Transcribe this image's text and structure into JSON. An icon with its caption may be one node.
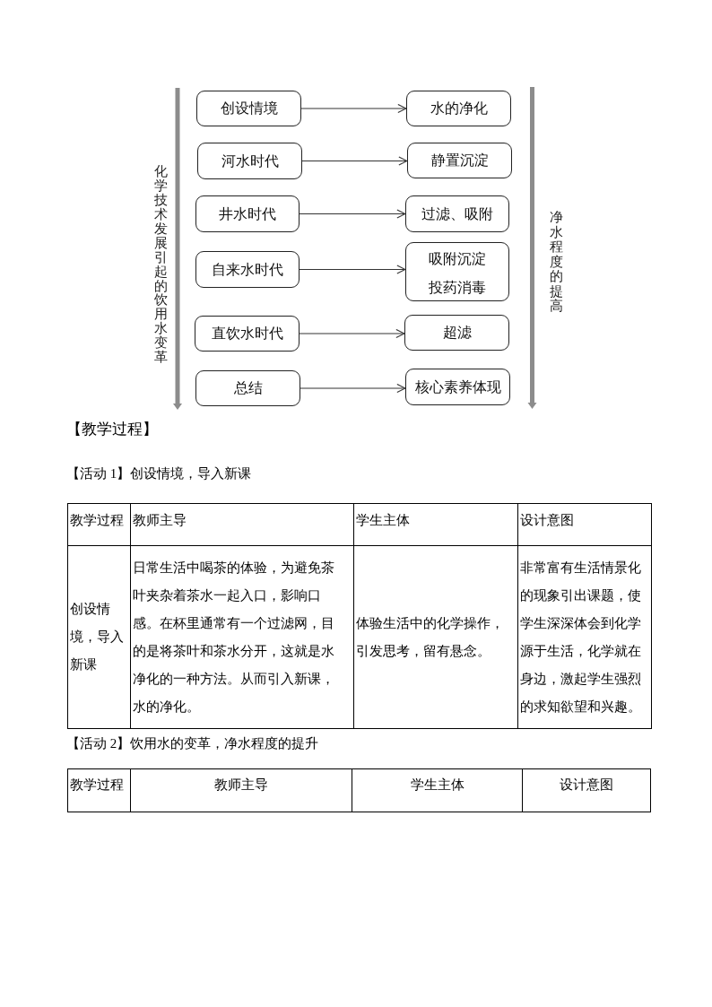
{
  "diagram": {
    "nodes": [
      {
        "text": [
          "创设情境"
        ]
      },
      {
        "text": [
          "水的净化"
        ]
      },
      {
        "text": [
          "河水时代"
        ]
      },
      {
        "text": [
          "静置沉淀"
        ]
      },
      {
        "text": [
          "井水时代"
        ]
      },
      {
        "text": [
          "过滤、吸附"
        ]
      },
      {
        "text": [
          "自来水时代"
        ]
      },
      {
        "text": [
          "吸附沉淀",
          "投药消毒"
        ]
      },
      {
        "text": [
          "直饮水时代"
        ]
      },
      {
        "text": [
          "超滤"
        ]
      },
      {
        "text": [
          "总结"
        ]
      },
      {
        "text": [
          "核心素养体现"
        ]
      }
    ],
    "edges": [
      {
        "from": 0,
        "to": 1,
        "arrow": "to"
      },
      {
        "from": 2,
        "to": 3,
        "arrow": "to"
      },
      {
        "from": 4,
        "to": 5,
        "arrow": "to"
      },
      {
        "from": 6,
        "to": 7,
        "arrow": "to"
      },
      {
        "from": 8,
        "to": 9,
        "arrow": "to"
      },
      {
        "from": 10,
        "to": 11,
        "arrow": "to"
      }
    ],
    "labels": [
      "化学技术发展引起的饮用水变革",
      "净水程度的提高",
      "【教学过程】",
      "【活动 1】创设情境，导入新课",
      "教学过程",
      "教师主导",
      "学生主体",
      "设计意图",
      "创设情境，导入新课",
      "日常生活中喝茶的体验，为避免茶叶夹杂着茶水一起入口，影响口感。在杯里通常有一个过滤网，目的是将茶叶和茶水分开，这就是水净化的一种方法。从而引入新课，水的净化。",
      "体验生活中的化学操作，引发思考，留有悬念。",
      "非常富有生活情景化的现象引出课题，使学生深深体会到化学源于生活，化学就在身边，激起学生强烈的求知欲望和兴趣。",
      "【活动 2】饮用水的变革，净水程度的提升",
      "教学过程",
      "教师主导",
      "学生主体",
      "设计意图"
    ]
  }
}
